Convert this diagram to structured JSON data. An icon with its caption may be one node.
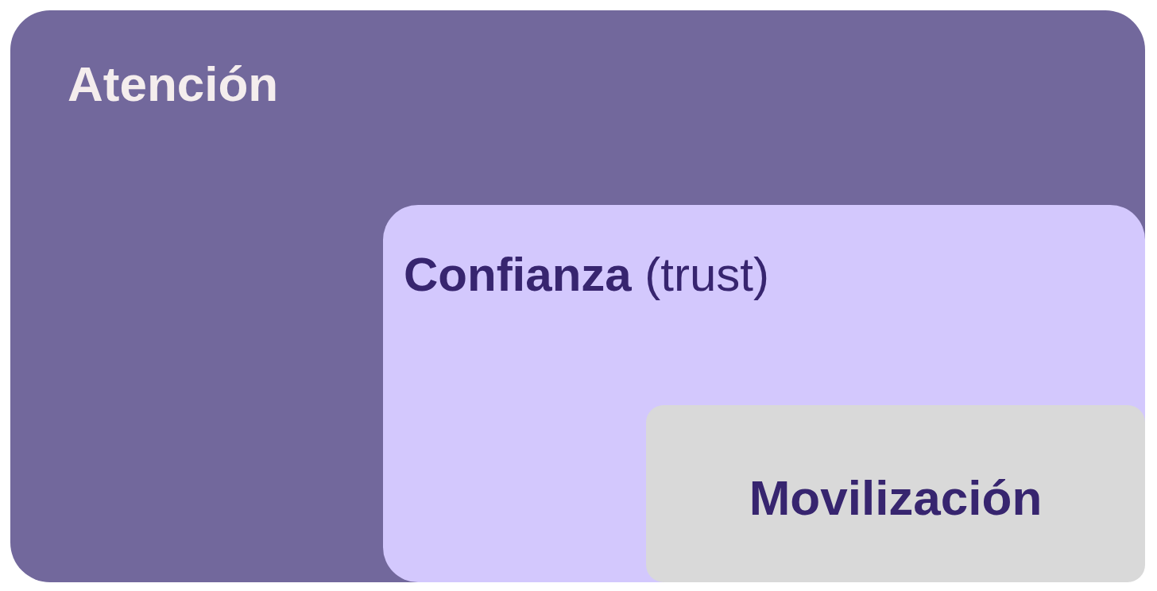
{
  "diagram": {
    "nodes": [
      {
        "text": [
          "Atención"
        ]
      },
      {
        "text": [
          "**Confianza** (trust)"
        ],
        "in": 0
      },
      {
        "text": [
          "Movilización"
        ],
        "in": 1
      }
    ]
  }
}
